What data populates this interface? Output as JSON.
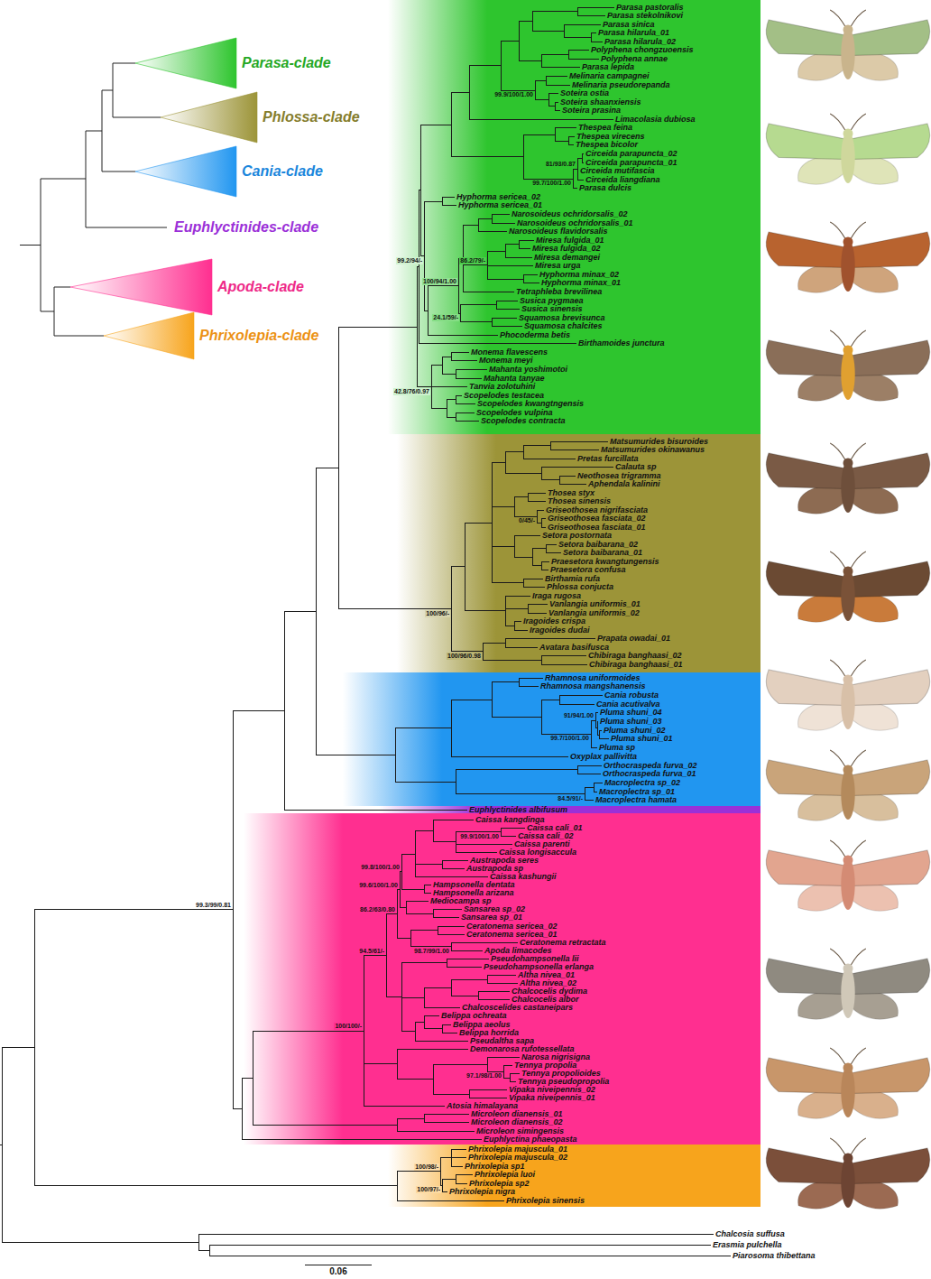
{
  "diagram": {
    "nodes": [
      {
        "text": [
          "Parasa-clade"
        ]
      },
      {
        "text": [
          "Phlossa-clade"
        ]
      },
      {
        "text": [
          "Cania-clade"
        ]
      },
      {
        "text": [
          "Apoda-clade"
        ]
      },
      {
        "text": [
          "Phrixolepia-clade"
        ]
      },
      {
        "text": [
          "Parasa pastoralis",
          "Parasa stekolnikovi",
          "Parasa sinica",
          "Parasa hilarula_01",
          "Parasa hilarula_02",
          "Polyphena chongzuoensis",
          "Polyphena annae",
          "Parasa lepida",
          "Melinaria campagnei",
          "Melinaria pseudorepanda",
          "Soteira ostia",
          "Soteira shaanxiensis",
          "Soteira prasina",
          "Limacolasia dubiosa",
          "Thespea feina",
          "Thespea virecens",
          "Thespea bicolor",
          "Circeida parapuncta_02",
          "Circeida parapuncta_01",
          "Circeida mutifascia",
          "Circeida liangdiana",
          "Parasa dulcis",
          "Hyphorma sericea_02",
          "Hyphorma sericea_01",
          "Narosoideus ochridorsalis_02",
          "Narosoideus ochridorsalis_01",
          "Narosoideus flavidorsalis",
          "Miresa fulgida_01",
          "Miresa fulgida_02",
          "Miresa demangei",
          "Miresa urga",
          "Hyphorma minax_02",
          "Hyphorma minax_01",
          "Tetraphleba brevilinea",
          "Susica pygmaea",
          "Susica sinensis",
          "Squamosa brevisunca",
          "Squamosa chalcites",
          "Phocoderma betis",
          "Birthamoides junctura",
          "Monema flavescens",
          "Monema meyi",
          "Mahanta yoshimotoi",
          "Mahanta tanyae",
          "Tanvia zolotuhini",
          "Scopelodes testacea",
          "Scopelodes kwangtngensis",
          "Scopelodes vulpina",
          "Scopelodes contracta"
        ]
      },
      {
        "text": [
          "Matsumurides bisuroides",
          "Matsumurides okinawanus",
          "Pretas furcillata",
          "Calauta sp",
          "Neothosea trigramma",
          "Aphendala kalinini",
          "Thosea styx",
          "Thosea sinensis",
          "Griseothosea nigrifasciata",
          "Griseothosea fasciata_02",
          "Griseothosea fasciata_01",
          "Setora postornata",
          "Setora baibarana_02",
          "Setora baibarana_01",
          "Praesetora kwangtungensis",
          "Praesetora confusa",
          "Birthamia rufa",
          "Phlossa conjucta",
          "Iraga rugosa",
          "Vanlangia uniformis_01",
          "Vanlangia uniformis_02",
          "Iragoides crispa",
          "Iragoides dudai",
          "Prapata owadai_01",
          "Avatara basifusca",
          "Chibiraga banghaasi_02",
          "Chibiraga banghaasi_01"
        ]
      },
      {
        "text": [
          "Rhamnosa uniformoides",
          "Rhamnosa mangshanensis",
          "Cania robusta",
          "Cania acutivalva",
          "Pluma shuni_04",
          "Pluma shuni_03",
          "Pluma shuni_02",
          "Pluma shuni_01",
          "Pluma sp",
          "Oxyplax pallivitta",
          "Orthocraspeda furva_02",
          "Orthocraspeda furva_01",
          "Macroplectra sp_02",
          "Macroplectra sp_01",
          "Macroplectra hamata"
        ]
      },
      {
        "text": [
          "Euphlyctinides albifusum"
        ]
      },
      {
        "text": [
          "Caissa kangdinga",
          "Caissa cali_01",
          "Caissa cali_02",
          "Caissa parenti",
          "Caissa longisaccula",
          "Austrapoda seres",
          "Austrapoda sp",
          "Caissa kashungii",
          "Hampsonella dentata",
          "Hampsonella arizana",
          "Mediocampa sp",
          "Sansarea sp_02",
          "Sansarea sp_01",
          "Ceratonema sericea_02",
          "Ceratonema sericea_01",
          "Ceratonema retractata",
          "Apoda limacodes",
          "Pseudohampsonella lii",
          "Pseudohampsonella erlanga",
          "Altha nivea_01",
          "Altha nivea_02",
          "Chalcocelis dydima",
          "Chalcocelis albor",
          "Chalcoscelides castaneipars",
          "Belippa ochreata",
          "Belippa aeolus",
          "Belippa horrida",
          "Pseudaltha sapa",
          "Demonarosa rufotessellata",
          "Narosa nigrisigna",
          "Tennya propolia",
          "Tennya propolioides",
          "Tennya pseudopropolia",
          "Vipaka niveipennis_02",
          "Vipaka niveipennis_01",
          "Atosia himalayana",
          "Microleon dianensis_01",
          "Microleon dianensis_02",
          "Microleon simingensis",
          "Euphlyctina phaeopasta"
        ]
      },
      {
        "text": [
          "Phrixolepia majuscula_01",
          "Phrixolepia majuscula_02",
          "Phrixolepia sp1",
          "Phrixolepia luoi",
          "Phrixolepia sp2",
          "Phrixolepia nigra",
          "Phrixolepia sinensis"
        ]
      }
    ],
    "labels": [
      "Euphlyctinides-clade",
      "99.9/100/1.00",
      "81/93/0.87",
      "99.7/100/1.00",
      "99.2/94/-",
      "86.2/79/-",
      "100/94/1.00",
      "24.1/59/-",
      "42.8/76/0.97",
      "0/45/-",
      "100/96/-",
      "100/96/0.98",
      "99.7/100/1.00",
      "91/94/1.00",
      "84.5/91/-",
      "99.9/100/1.00",
      "99.8/100/1.00",
      "99.6/100/1.00",
      "99.3/99/0.81",
      "86.2/63/0.80",
      "98.7/99/1.00",
      "94.5/61/-",
      "100/100/-",
      "97.1/98/1.00",
      "100/98/-",
      "100/97/-",
      "Chalcosia suffusa",
      "Erasmia pulchella",
      "Piarosoma thibettana",
      "0.06"
    ]
  }
}
